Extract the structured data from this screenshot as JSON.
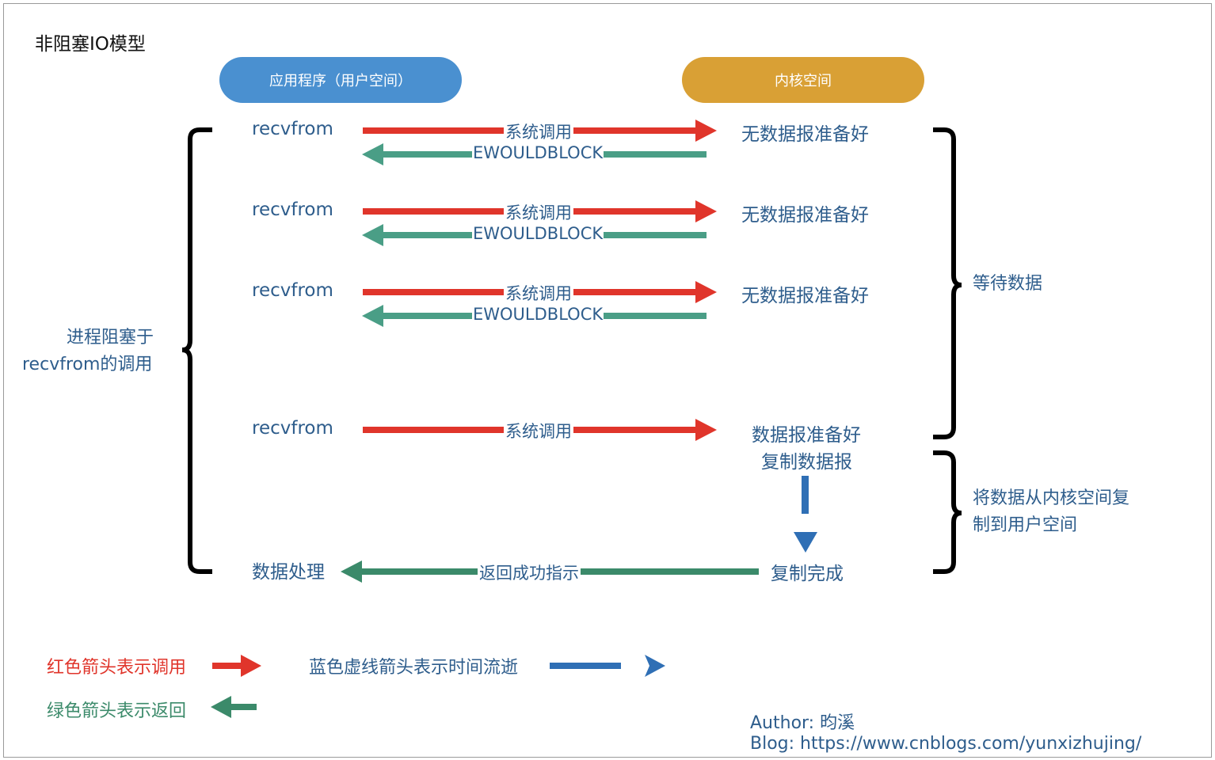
{
  "title": "非阻塞IO模型",
  "headers": {
    "app": "应用程序（用户空间）",
    "kernel": "内核空间"
  },
  "rows": [
    {
      "call": "recvfrom",
      "req": "系统调用",
      "resp": "EWOULDBLOCK",
      "kernel": "无数据报准备好"
    },
    {
      "call": "recvfrom",
      "req": "系统调用",
      "resp": "EWOULDBLOCK",
      "kernel": "无数据报准备好"
    },
    {
      "call": "recvfrom",
      "req": "系统调用",
      "resp": "EWOULDBLOCK",
      "kernel": "无数据报准备好"
    },
    {
      "call": "recvfrom",
      "req": "系统调用",
      "kernel_line1": "数据报准备好",
      "kernel_line2": "复制数据报"
    }
  ],
  "final": {
    "app": "数据处理",
    "resp": "返回成功指示",
    "kernel": "复制完成"
  },
  "left_brace_label": {
    "line1": "进程阻塞于",
    "line2": "recvfrom的调用"
  },
  "right_braces": {
    "wait": "等待数据",
    "copy_line1": "将数据从内核空间复",
    "copy_line2": "制到用户空间"
  },
  "legend": {
    "red": "红色箭头表示调用",
    "blue": "蓝色虚线箭头表示时间流逝",
    "green": "绿色箭头表示返回"
  },
  "author": {
    "line1": "Author: 昀溪",
    "line2": "Blog: https://www.cnblogs.com/yunxizhujing/"
  },
  "colors": {
    "red": "#e0352b",
    "green": "#4a9e86",
    "blue": "#2f6fb5",
    "app_pill": "#4a90d0",
    "kernel_pill": "#d9a035"
  }
}
